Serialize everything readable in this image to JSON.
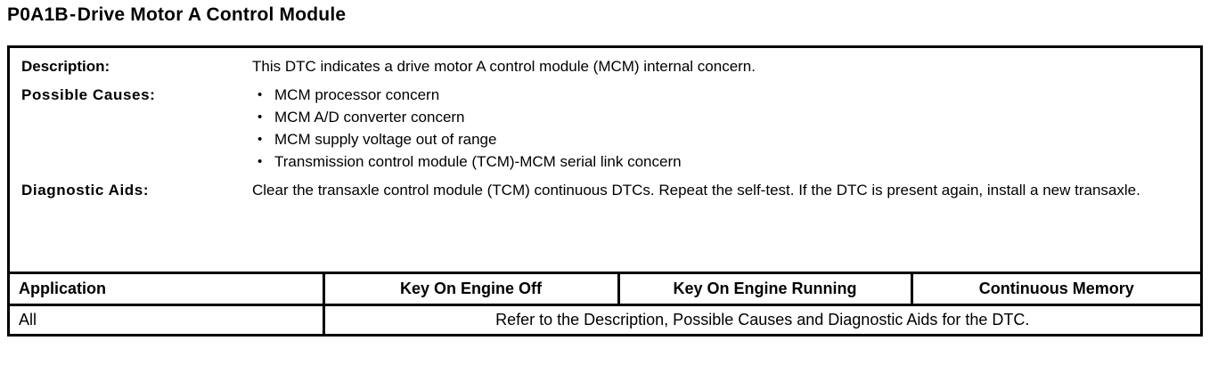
{
  "title": {
    "code": "P0A1B",
    "separator": "-",
    "name": "Drive Motor A Control Module"
  },
  "info": {
    "description_label": "Description:",
    "description_text": "This DTC indicates a drive motor A control module (MCM) internal concern.",
    "causes_label": "Possible Causes:",
    "causes": [
      "MCM processor concern",
      "MCM A/D converter concern",
      "MCM supply voltage out of range",
      "Transmission control module (TCM)-MCM serial link concern"
    ],
    "bullet_glyph": "•",
    "aids_label": "Diagnostic Aids:",
    "aids_text": "Clear the transaxle control module (TCM) continuous DTCs. Repeat the self-test. If the DTC is present again, install a new transaxle."
  },
  "table": {
    "headers": [
      "Application",
      "Key On Engine Off",
      "Key On Engine Running",
      "Continuous Memory"
    ],
    "rows": [
      {
        "application": "All",
        "result": "Refer to the Description, Possible Causes and Diagnostic Aids for the DTC."
      }
    ]
  },
  "colors": {
    "ink": "#000000",
    "page": "#ffffff"
  }
}
